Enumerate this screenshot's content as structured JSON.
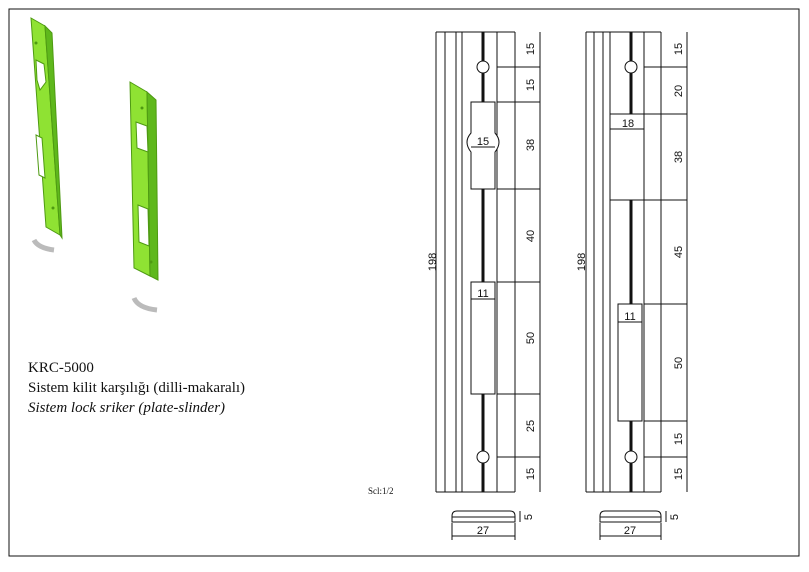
{
  "product": {
    "code": "KRC-5000",
    "title_tr": "Sistem kilit karşılığı (dilli-makaralı)",
    "title_en": "Sistem lock sriker (plate-slinder)"
  },
  "scale": "Scl:1/2",
  "colors": {
    "plate_green": "#8fe233",
    "plate_green_dark": "#5fb81c",
    "line": "#111111",
    "profile_grey": "#bbbbbb"
  },
  "left_drawing": {
    "total_length": "198",
    "segments": [
      "15",
      "15",
      "38",
      "40",
      "50",
      "25",
      "15"
    ],
    "upper_slot_width": "15",
    "lower_slot_width": "11",
    "profile_width": "27",
    "profile_height": "5"
  },
  "right_drawing": {
    "total_length": "198",
    "segments": [
      "15",
      "20",
      "38",
      "45",
      "50",
      "15",
      "15"
    ],
    "upper_slot_width": "18",
    "lower_slot_width": "11",
    "profile_width": "27",
    "profile_height": "5"
  }
}
